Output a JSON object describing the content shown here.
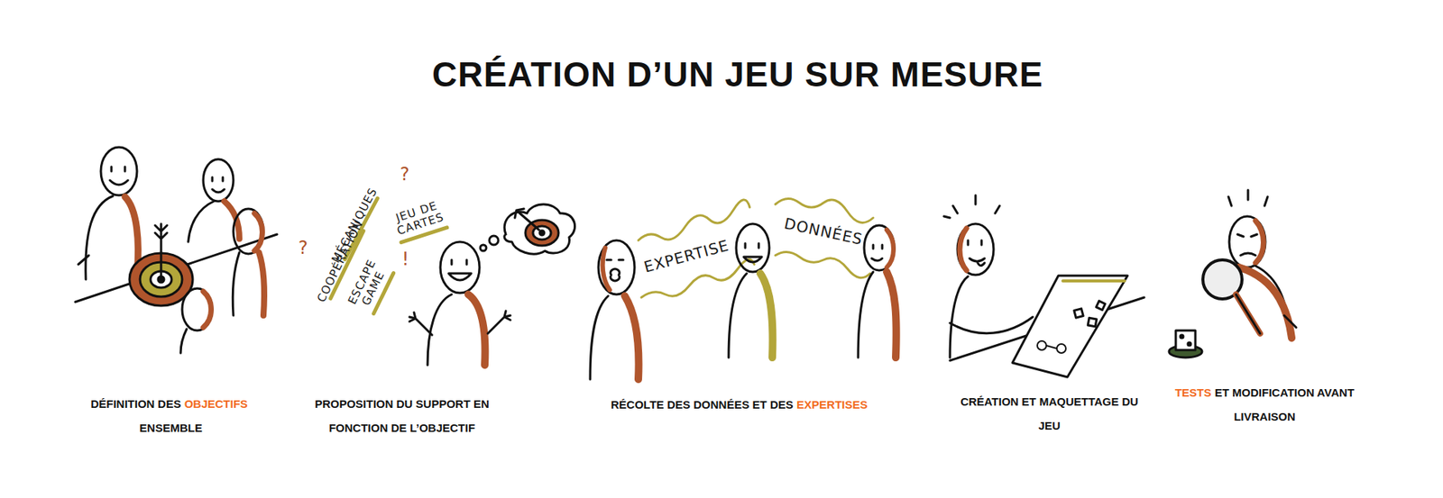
{
  "diagram": {
    "title": "CRÉATION D’UN JEU SUR MESURE",
    "labels": [
      "DÉFINITION DES",
      "OBJECTIFS",
      "ENSEMBLE",
      "PROPOSITION DU SUPPORT EN FONCTION DE L’OBJECTIF",
      "RÉCOLTE DES DONNÉES ET DES",
      "EXPERTISES",
      "CRÉATION ET MAQUETTAGE DU JEU",
      "TESTS",
      "ET MODIFICATION AVANT LIVRAISON",
      "MÉCANIQUES",
      "JEU DE CARTES",
      "COOPÉRATION",
      "ESCAPE GAME",
      "?",
      "?",
      "!",
      "EXPERTISE",
      "DONNÉES"
    ]
  }
}
